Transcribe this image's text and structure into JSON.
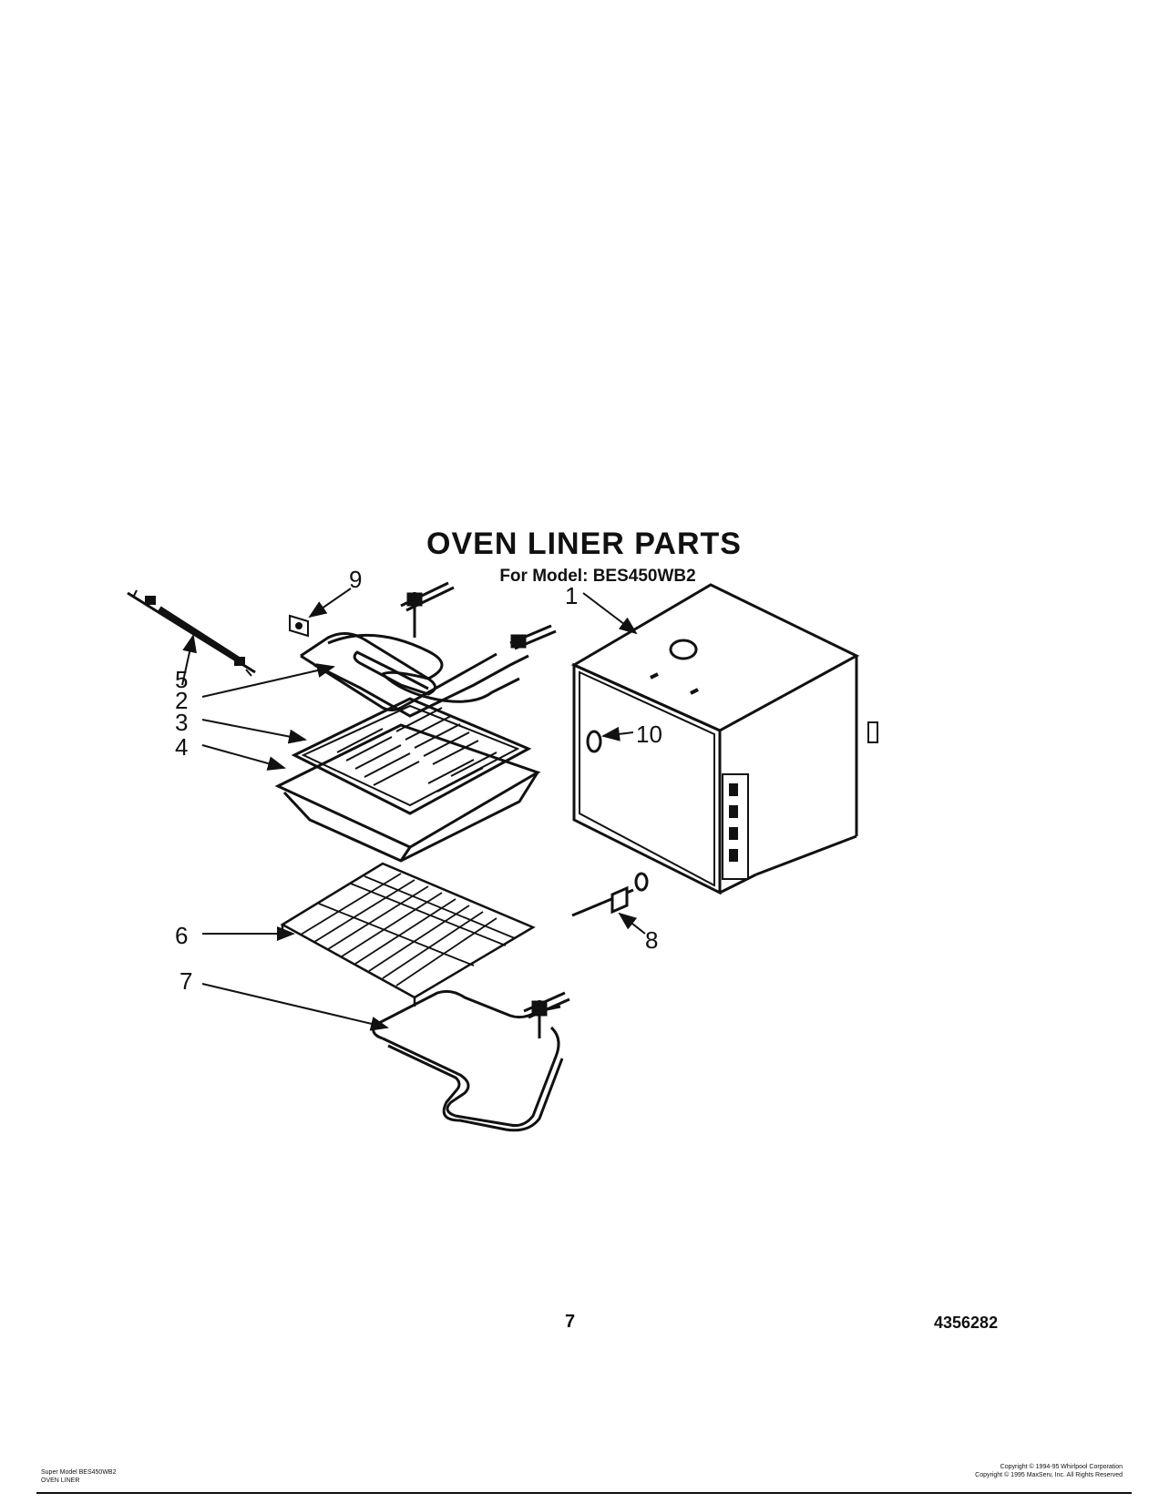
{
  "title": "OVEN LINER PARTS",
  "subtitle": "For Model: BES450WB2",
  "callouts": {
    "c1": "1",
    "c2": "2",
    "c3": "3",
    "c4": "4",
    "c5": "5",
    "c6": "6",
    "c7": "7",
    "c8": "8",
    "c9": "9",
    "c10": "10"
  },
  "page_number": "7",
  "document_number": "4356282",
  "footer_left": {
    "line1": "Super Model BES450WB2",
    "line2": "OVEN LINER"
  },
  "footer_right": {
    "line1": "Copyright © 1994-95 Whirlpool Corporation",
    "line2": "Copyright © 1995 MaxServ, Inc.  All Rights Reserved"
  }
}
